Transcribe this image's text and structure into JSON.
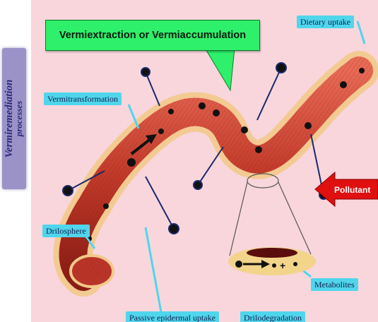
{
  "side_title": {
    "line1": "Vermiremediation",
    "line2": "processes"
  },
  "labels": {
    "vermiextraction": "Vermiextraction or Vermiaccumulation",
    "dietary_uptake": "Dietary uptake",
    "vermitransformation": "Vermitransformation",
    "drilosphere": "Drilosphere",
    "passive_uptake": "Passive epidermal uptake",
    "drilodegradation": "Drilodegradation",
    "metabolites": "Metabolites",
    "pollutant": "Pollutant"
  },
  "colors": {
    "background": "#f8d6dc",
    "worm_body": "#c23a2a",
    "worm_glow": "#f2c98a",
    "callout_fill": "#4fd6ec",
    "green_banner": "#2ff06a",
    "arrow_red": "#e01010",
    "side_box": "#9b93c8"
  }
}
